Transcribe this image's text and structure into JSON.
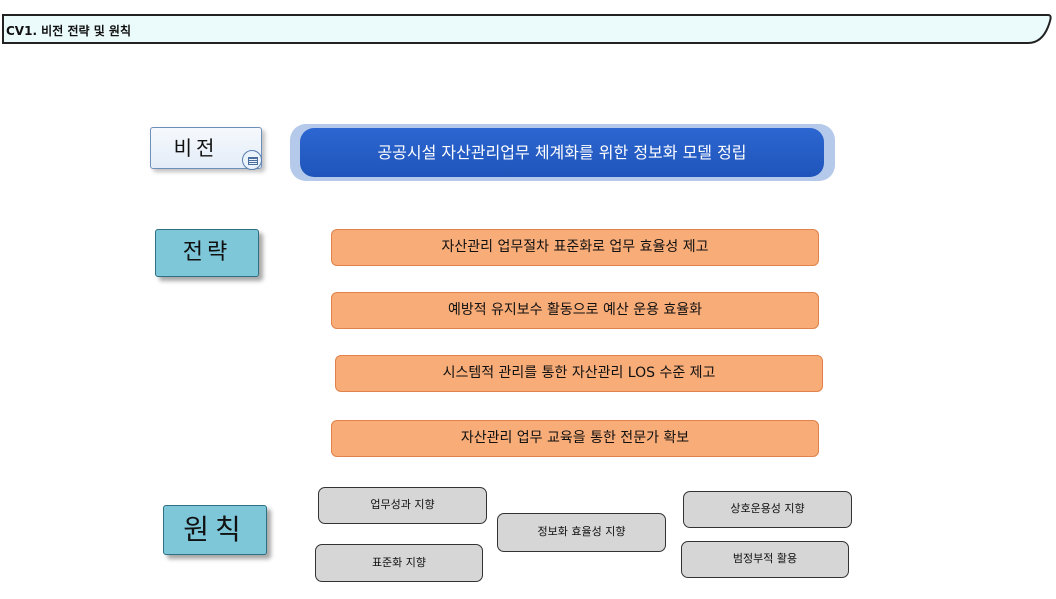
{
  "header": {
    "title": "CV1. 비전 전략 및 원칙"
  },
  "labels": {
    "vision": "비전",
    "strategy": "전략",
    "principle": "원칙"
  },
  "vision": {
    "text": "공공시설 자산관리업무 체계화를 위한 정보화 모델 정립"
  },
  "strategies": [
    "자산관리 업무절차 표준화로 업무 효율성 제고",
    "예방적 유지보수 활동으로 예산 운용 효율화",
    "시스템적 관리를 통한 자산관리 LOS 수준 제고",
    "자산관리 업무 교육을 통한 전문가 확보"
  ],
  "principles": [
    "업무성과 지향",
    "표준화 지향",
    "정보화 효율성 지향",
    "상호운용성 지향",
    "범정부적 활용"
  ],
  "colors": {
    "vision_fill": "#2c66d0",
    "strategy_fill": "#f8ac78",
    "principle_fill": "#d6d6d6",
    "label_fill": "#7ec7d9",
    "title_bar_fill": "#ebfbfb"
  },
  "icons": {
    "vision_badge": "document-icon"
  }
}
